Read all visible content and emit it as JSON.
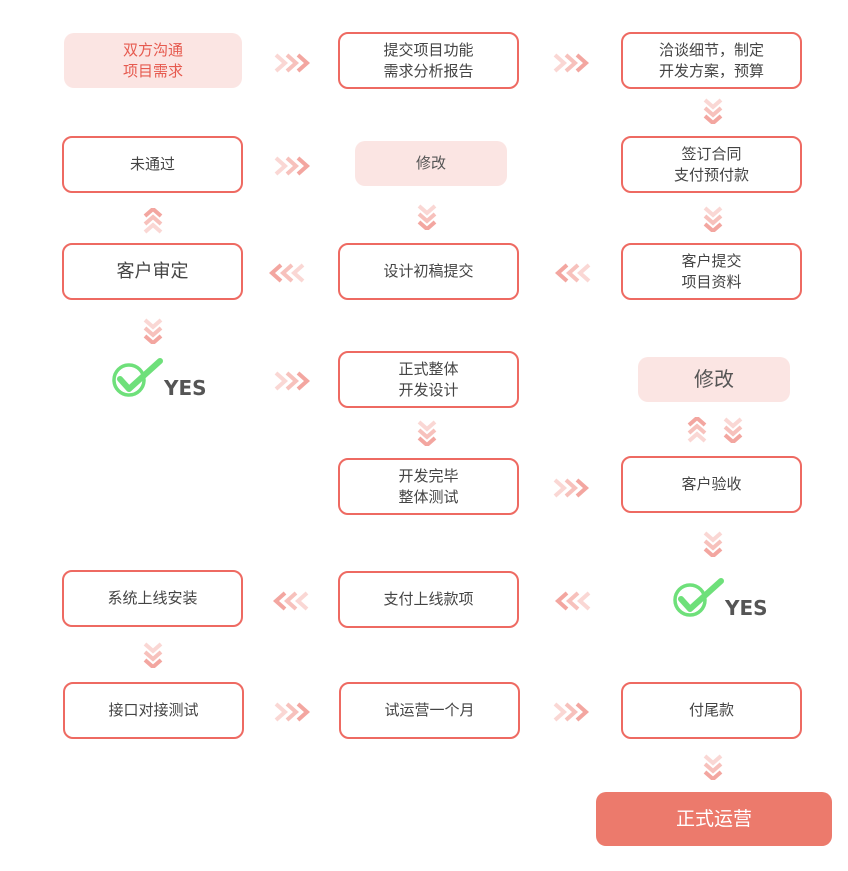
{
  "nodes": {
    "n1": "双方沟通\n项目需求",
    "n2": "提交项目功能\n需求分析报告",
    "n3": "洽谈细节，制定\n开发方案，预算",
    "n4": "未通过",
    "n5": "修改",
    "n6": "签订合同\n支付预付款",
    "n7": "客户审定",
    "n8": "设计初稿提交",
    "n9": "客户提交\n项目资料",
    "n10": "正式整体\n开发设计",
    "n11": "修改",
    "n12": "开发完毕\n整体测试",
    "n13": "客户验收",
    "n14": "系统上线安装",
    "n15": "支付上线款项",
    "n16": "接口对接测试",
    "n17": "试运营一个月",
    "n18": "付尾款",
    "n19": "正式运营"
  },
  "yes_label": "YES",
  "colors": {
    "border": "#ee6a62",
    "light_fill": "#fbe5e3",
    "final_fill": "#ec7a6c",
    "arrow": "#f3a6a0",
    "check": "#6ee07a"
  },
  "icons": [
    "chevron-right-icon",
    "chevron-left-icon",
    "chevron-down-icon",
    "chevron-up-icon",
    "check-icon"
  ]
}
